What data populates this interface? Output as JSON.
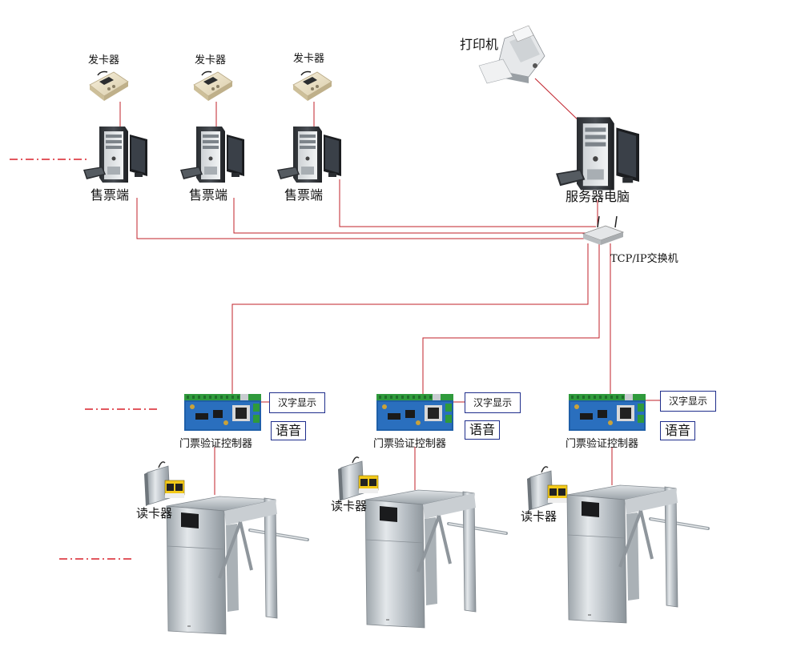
{
  "labels": {
    "card_issuer": "发卡器",
    "ticket_terminal": "售票端",
    "printer": "打印机",
    "server": "服务器电脑",
    "switch": "TCP/IP交换机",
    "chinese_display": "汉字显示",
    "voice": "语音",
    "controller": "门票验证控制器",
    "card_reader": "读卡器"
  },
  "colors": {
    "wire": "#c0202a",
    "box_border": "#1f2e8c",
    "pcb": "#1f5fa8",
    "terminal_green": "#2f9a3c",
    "steel": "#b9c0c6"
  },
  "icons": {
    "card_issuer": "card-issuer-icon",
    "pc": "desktop-computer-icon",
    "printer": "printer-icon",
    "switch": "network-switch-icon",
    "controller": "circuit-board-icon",
    "card_reader": "card-reader-icon",
    "turnstile": "tripod-turnstile-icon"
  }
}
